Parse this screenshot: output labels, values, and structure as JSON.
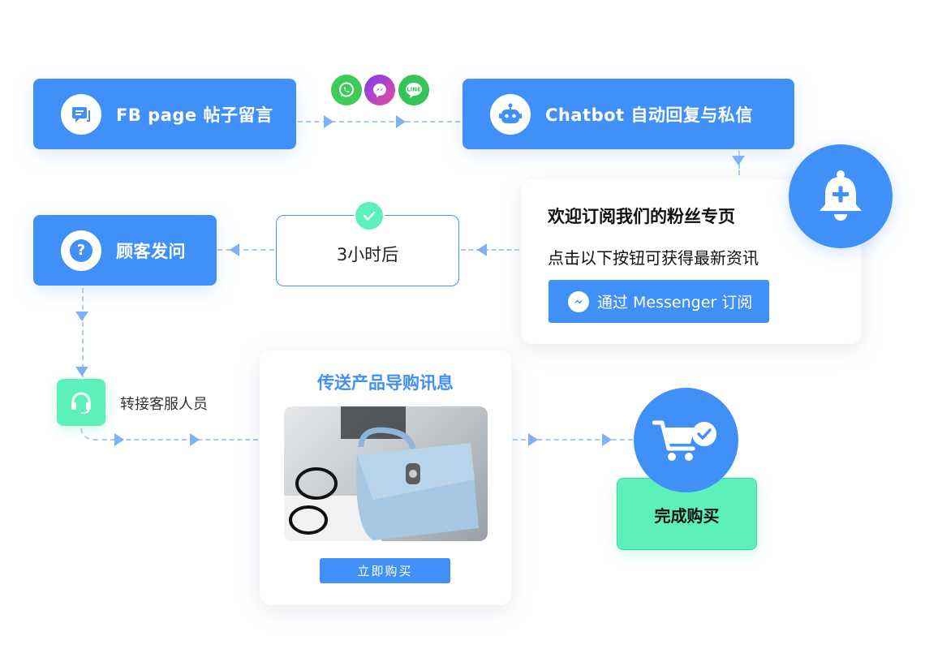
{
  "steps": {
    "fb_post": "FB page  帖子留言",
    "chatbot": "Chatbot  自动回复与私信",
    "customer_ask": "顾客发问",
    "after_hours": "3小时后",
    "transfer": "转接客服人员",
    "done": "完成购买"
  },
  "subscribe_card": {
    "title": "欢迎订阅我们的粉丝专页",
    "subtitle": "点击以下按钮可获得最新资讯",
    "button": "通过 Messenger 订阅"
  },
  "product_card": {
    "title": "传送产品导购讯息",
    "button": "立即购买"
  },
  "channels": [
    "whatsapp-icon",
    "messenger-icon",
    "line-icon"
  ],
  "line_badge": "LINE",
  "colors": {
    "primary": "#4190f8",
    "green": "#5ef0bb",
    "dash": "#a9c9fb"
  }
}
